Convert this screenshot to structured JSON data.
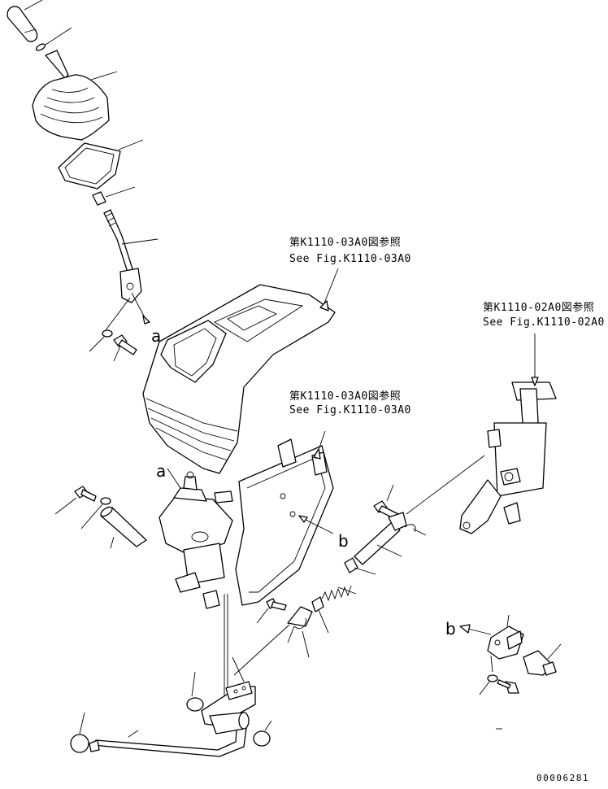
{
  "refs": {
    "console_top_jp": "第K1110-03A0図参照",
    "console_top_en": "See Fig.K1110-03A0",
    "lever_bracket_jp": "第K1110-02A0図参照",
    "lever_bracket_en": "See Fig.K1110-02A0",
    "console_mid_jp": "第K1110-03A0図参照",
    "console_mid_en": "See Fig.K1110-03A0"
  },
  "labels": {
    "a_upper": "a",
    "a_lower": "a",
    "b_right": "b",
    "b_lower": "b"
  },
  "diagram_id": "00006281",
  "colors": {
    "line": "#000000",
    "background": "#ffffff"
  }
}
